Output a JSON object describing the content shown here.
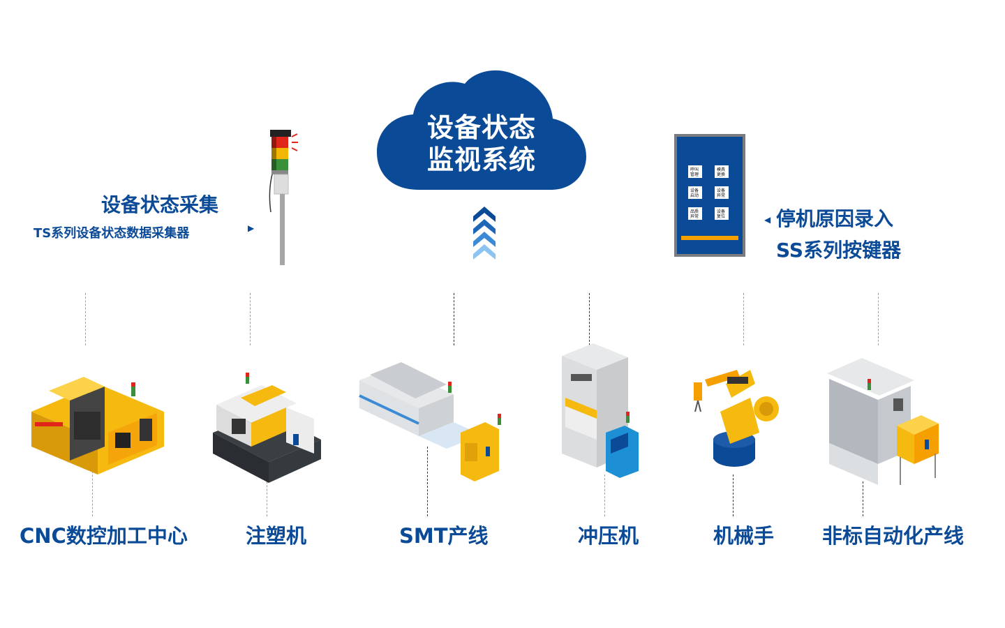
{
  "cloud": {
    "line1": "设备状态",
    "line2": "监视系统",
    "color": "#0b4a96"
  },
  "collector": {
    "title": "设备状态采集",
    "subtitle": "TS系列设备状态数据采集器"
  },
  "keypad": {
    "title": "停机原因录入",
    "subtitle": "SS系列按键器",
    "buttons": [
      "呼叫管理",
      "模具更换",
      "设备启动",
      "设备异常",
      "品质异常",
      "设备复位"
    ]
  },
  "machines": [
    {
      "label": "CNC数控加工中心"
    },
    {
      "label": "注塑机"
    },
    {
      "label": "SMT产线"
    },
    {
      "label": "冲压机"
    },
    {
      "label": "机械手"
    },
    {
      "label": "非标自动化产线"
    }
  ],
  "colors": {
    "brand_blue": "#0b4a96",
    "machine_yellow": "#f5b90f",
    "machine_grey": "#d7d9db",
    "light_red": "#e0251b",
    "light_yellow": "#f2b705",
    "light_green": "#3a8f3a"
  }
}
